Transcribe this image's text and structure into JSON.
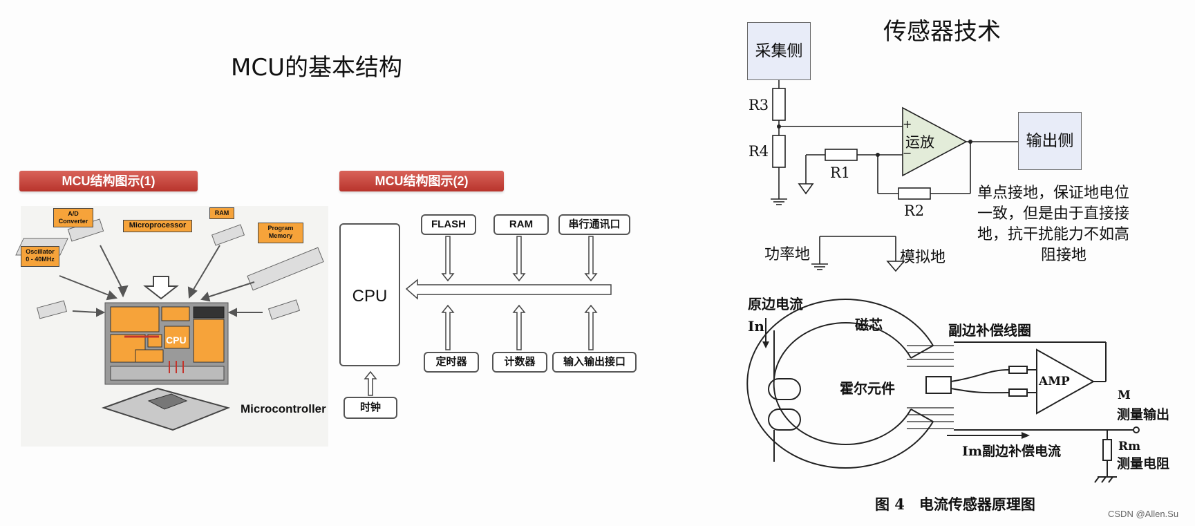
{
  "left": {
    "title": "MCU的基本结构",
    "diagram1": {
      "banner": "MCU结构图示(1)",
      "labels": {
        "ad": "A/D\nConverter",
        "microprocessor": "Microprocessor",
        "ram": "RAM",
        "program_memory": "Program\nMemory",
        "oscillator": "Oscillator\n0 - 40MHz",
        "cpu": "CPU",
        "microcontroller": "Microcontroller"
      }
    },
    "diagram2": {
      "banner": "MCU结构图示(2)",
      "cpu": "CPU",
      "top_blocks": [
        "FLASH",
        "RAM",
        "串行通讯口"
      ],
      "bottom_blocks": [
        "定时器",
        "计数器",
        "输入输出接口"
      ],
      "clock": "时钟"
    }
  },
  "right": {
    "title": "传感器技术",
    "circuit": {
      "collect_side": "采集侧",
      "output_side": "输出侧",
      "opamp": "运放",
      "r1": "R1",
      "r2": "R2",
      "r3": "R3",
      "r4": "R4",
      "plus": "+",
      "minus": "−",
      "note_lines": [
        "单点接地，保证地电位",
        "一致，但是由于直接接",
        "地，抗干扰能力不如高",
        "阻接地"
      ],
      "power_ground": "功率地",
      "analog_ground": "模拟地"
    },
    "sensor": {
      "primary_current": "原边电流",
      "in": "In",
      "core": "磁芯",
      "secondary_coil": "副边补偿线圈",
      "hall": "霍尔元件",
      "amp": "AMP",
      "m": "M",
      "measure_output": "测量输出",
      "rm": "Rm",
      "measure_resistor": "测量电阻",
      "im": "Im副边补偿电流",
      "caption": "图 4　电流传感器原理图"
    }
  },
  "watermark": "CSDN @Allen.Su"
}
